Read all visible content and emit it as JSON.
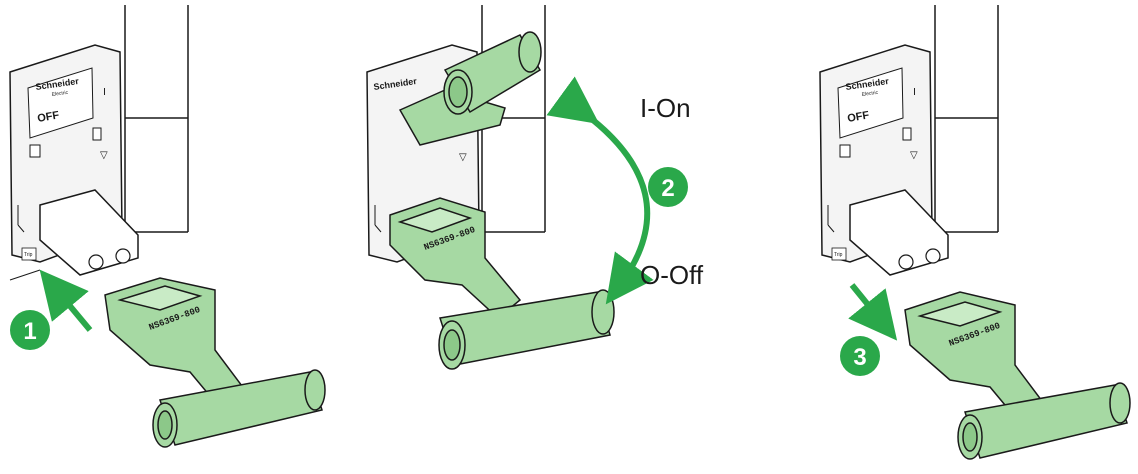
{
  "brand": {
    "name": "Schneider",
    "sub": "Electric"
  },
  "breaker": {
    "state_label": "OFF",
    "trip_label": "Trip"
  },
  "handle": {
    "part_number": "NS6369-800"
  },
  "steps": [
    {
      "number": "1"
    },
    {
      "number": "2"
    },
    {
      "number": "3"
    }
  ],
  "positions": {
    "on_label": "I-On",
    "off_label": "O-Off"
  },
  "colors": {
    "accent": "#2aa84a",
    "handle_fill": "#a6d9a3",
    "outline": "#1a1a1a"
  }
}
